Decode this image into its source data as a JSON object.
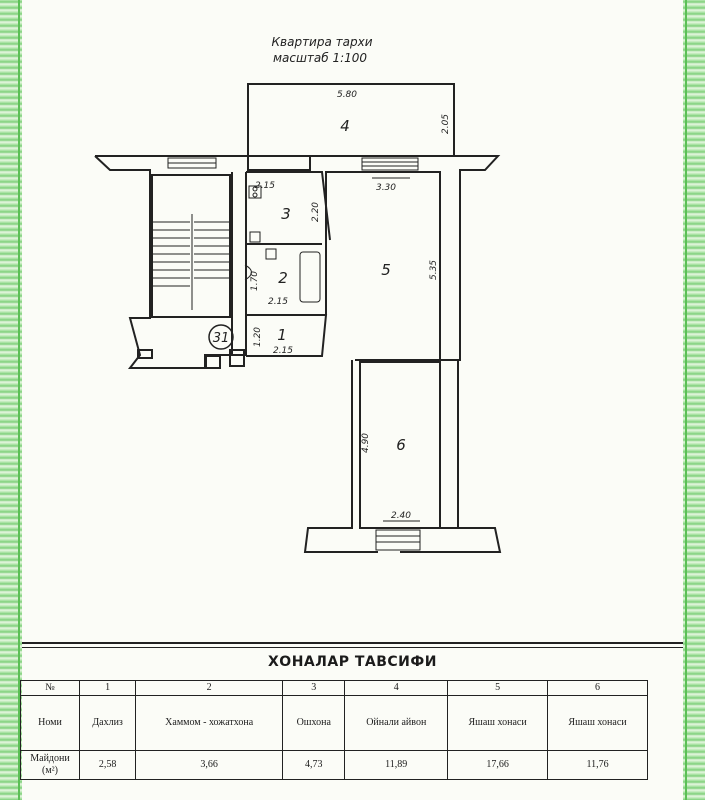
{
  "plan": {
    "title_line1": "Квартира тархи",
    "title_line2": "масштаб 1:100",
    "rooms": [
      {
        "no": "1",
        "width_label": "2.15",
        "side_label": "1.20"
      },
      {
        "no": "2",
        "width_label": "2.15",
        "side_label": "1.70"
      },
      {
        "no": "3",
        "width_label": "2.15",
        "side_label": "2.20"
      },
      {
        "no": "4",
        "width_label": "5.80",
        "side_label": "2.05"
      },
      {
        "no": "5",
        "width_label": "3.30",
        "side_label": "5.35"
      },
      {
        "no": "6",
        "width_label": "2.40",
        "side_label": "4.90"
      }
    ],
    "apartment_no": "31"
  },
  "table": {
    "title": "ХОНАЛАР ТАВСИФИ",
    "number_header": "№",
    "name_header": "Номи",
    "area_header": "Майдони (м²)",
    "columns": [
      {
        "no": "1",
        "name": "Дахлиз",
        "area": "2,58"
      },
      {
        "no": "2",
        "name": "Хаммом - хожатхона",
        "area": "3,66"
      },
      {
        "no": "3",
        "name": "Ошхона",
        "area": "4,73"
      },
      {
        "no": "4",
        "name": "Ойнали айвон",
        "area": "11,89"
      },
      {
        "no": "5",
        "name": "Яшаш хонаси",
        "area": "17,66"
      },
      {
        "no": "6",
        "name": "Яшаш хонаси",
        "area": "11,76"
      }
    ]
  },
  "colors": {
    "border_green": "#7fd07a",
    "paper": "#fbfcf7",
    "ink": "#1b1b1b"
  }
}
